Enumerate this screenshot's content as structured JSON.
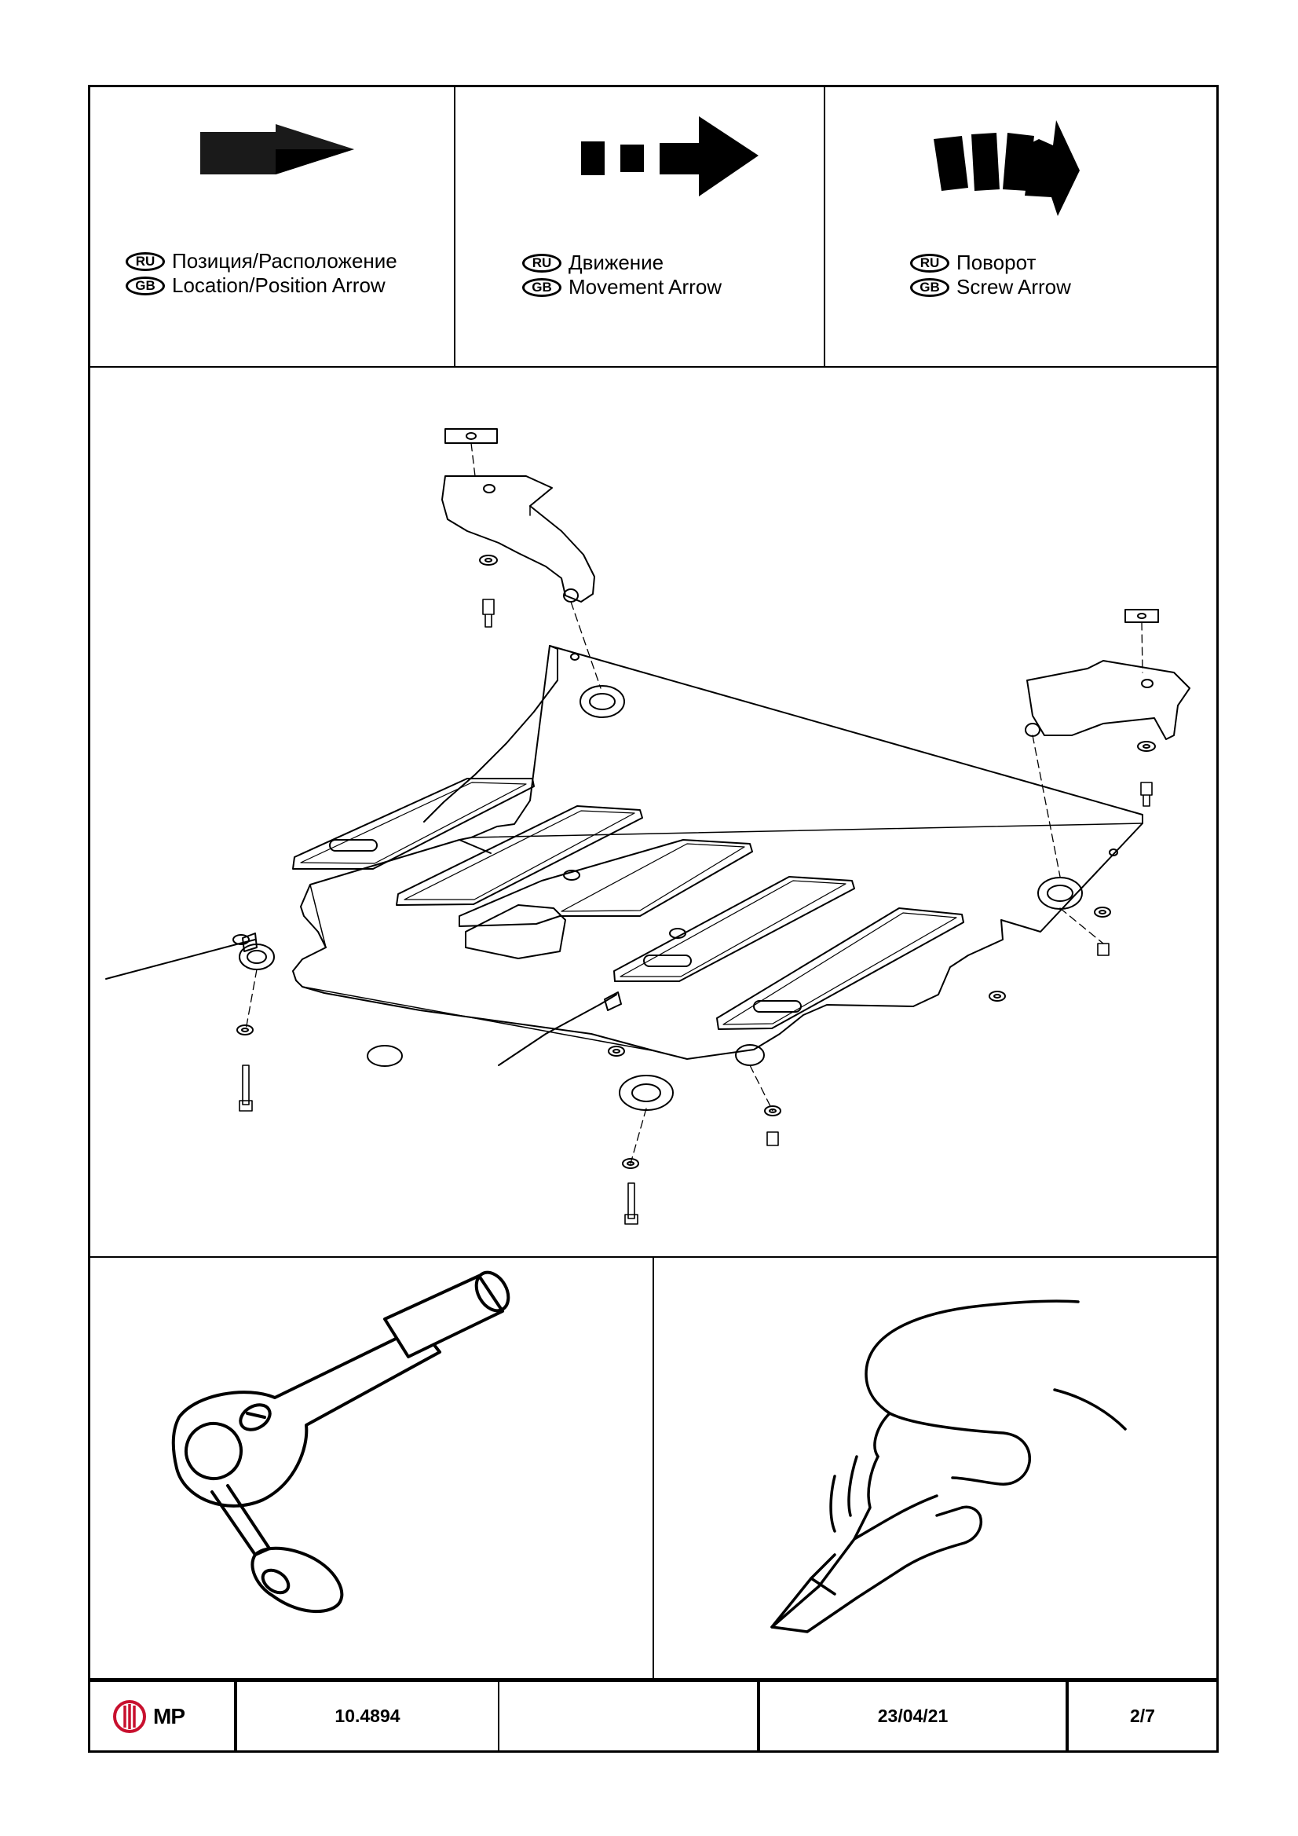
{
  "legend": [
    {
      "ru_badge": "RU",
      "gb_badge": "GB",
      "ru_label": "Позиция/Расположение",
      "gb_label": "Location/Position Arrow",
      "icon": "location-arrow-icon"
    },
    {
      "ru_badge": "RU",
      "gb_badge": "GB",
      "ru_label": "Движение",
      "gb_label": "Movement Arrow",
      "icon": "movement-arrow-icon"
    },
    {
      "ru_badge": "RU",
      "gb_badge": "GB",
      "ru_label": "Поворот",
      "gb_label": "Screw Arrow",
      "icon": "screw-arrow-icon"
    }
  ],
  "diagram": {
    "icon": "skid-plate-exploded-view-icon"
  },
  "tools": [
    {
      "icon": "ratchet-wrench-icon"
    },
    {
      "icon": "hand-utility-knife-icon"
    }
  ],
  "title_block": {
    "brand": "MP",
    "brand_color": "#c8102e",
    "part_number": "10.4894",
    "blank": "",
    "date": "23/04/21",
    "page": "2/7"
  }
}
